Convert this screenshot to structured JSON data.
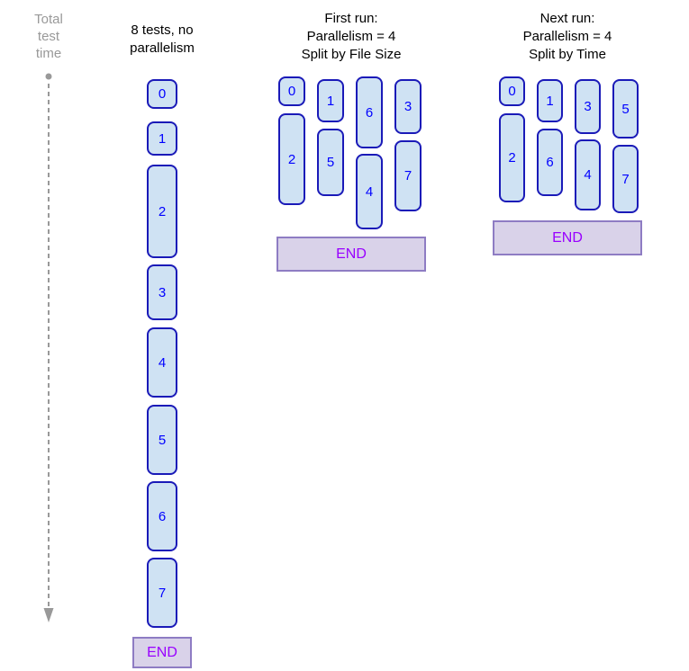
{
  "colors": {
    "box_fill": "#cfe2f3",
    "box_border": "#1a1ab8",
    "box_text": "#0000ff",
    "end_fill": "#d9d2e9",
    "end_border": "#8e7cc3",
    "end_text": "#9900ff",
    "muted": "#999999"
  },
  "time_axis": {
    "label_lines": [
      "Total",
      "test",
      "time"
    ]
  },
  "sequential": {
    "header_lines": [
      "8 tests, no",
      "parallelism"
    ],
    "tests": [
      "0",
      "1",
      "2",
      "3",
      "4",
      "5",
      "6",
      "7"
    ],
    "end_label": "END"
  },
  "first_run": {
    "header_lines": [
      "First run:",
      "Parallelism = 4",
      "Split by File Size"
    ],
    "lanes": [
      [
        "0",
        "2"
      ],
      [
        "1",
        "5"
      ],
      [
        "6",
        "4"
      ],
      [
        "3",
        "7"
      ]
    ],
    "end_label": "END"
  },
  "next_run": {
    "header_lines": [
      "Next run:",
      "Parallelism = 4",
      "Split by Time"
    ],
    "lanes": [
      [
        "0",
        "2"
      ],
      [
        "1",
        "6"
      ],
      [
        "3",
        "4"
      ],
      [
        "5",
        "7"
      ]
    ],
    "end_label": "END"
  }
}
